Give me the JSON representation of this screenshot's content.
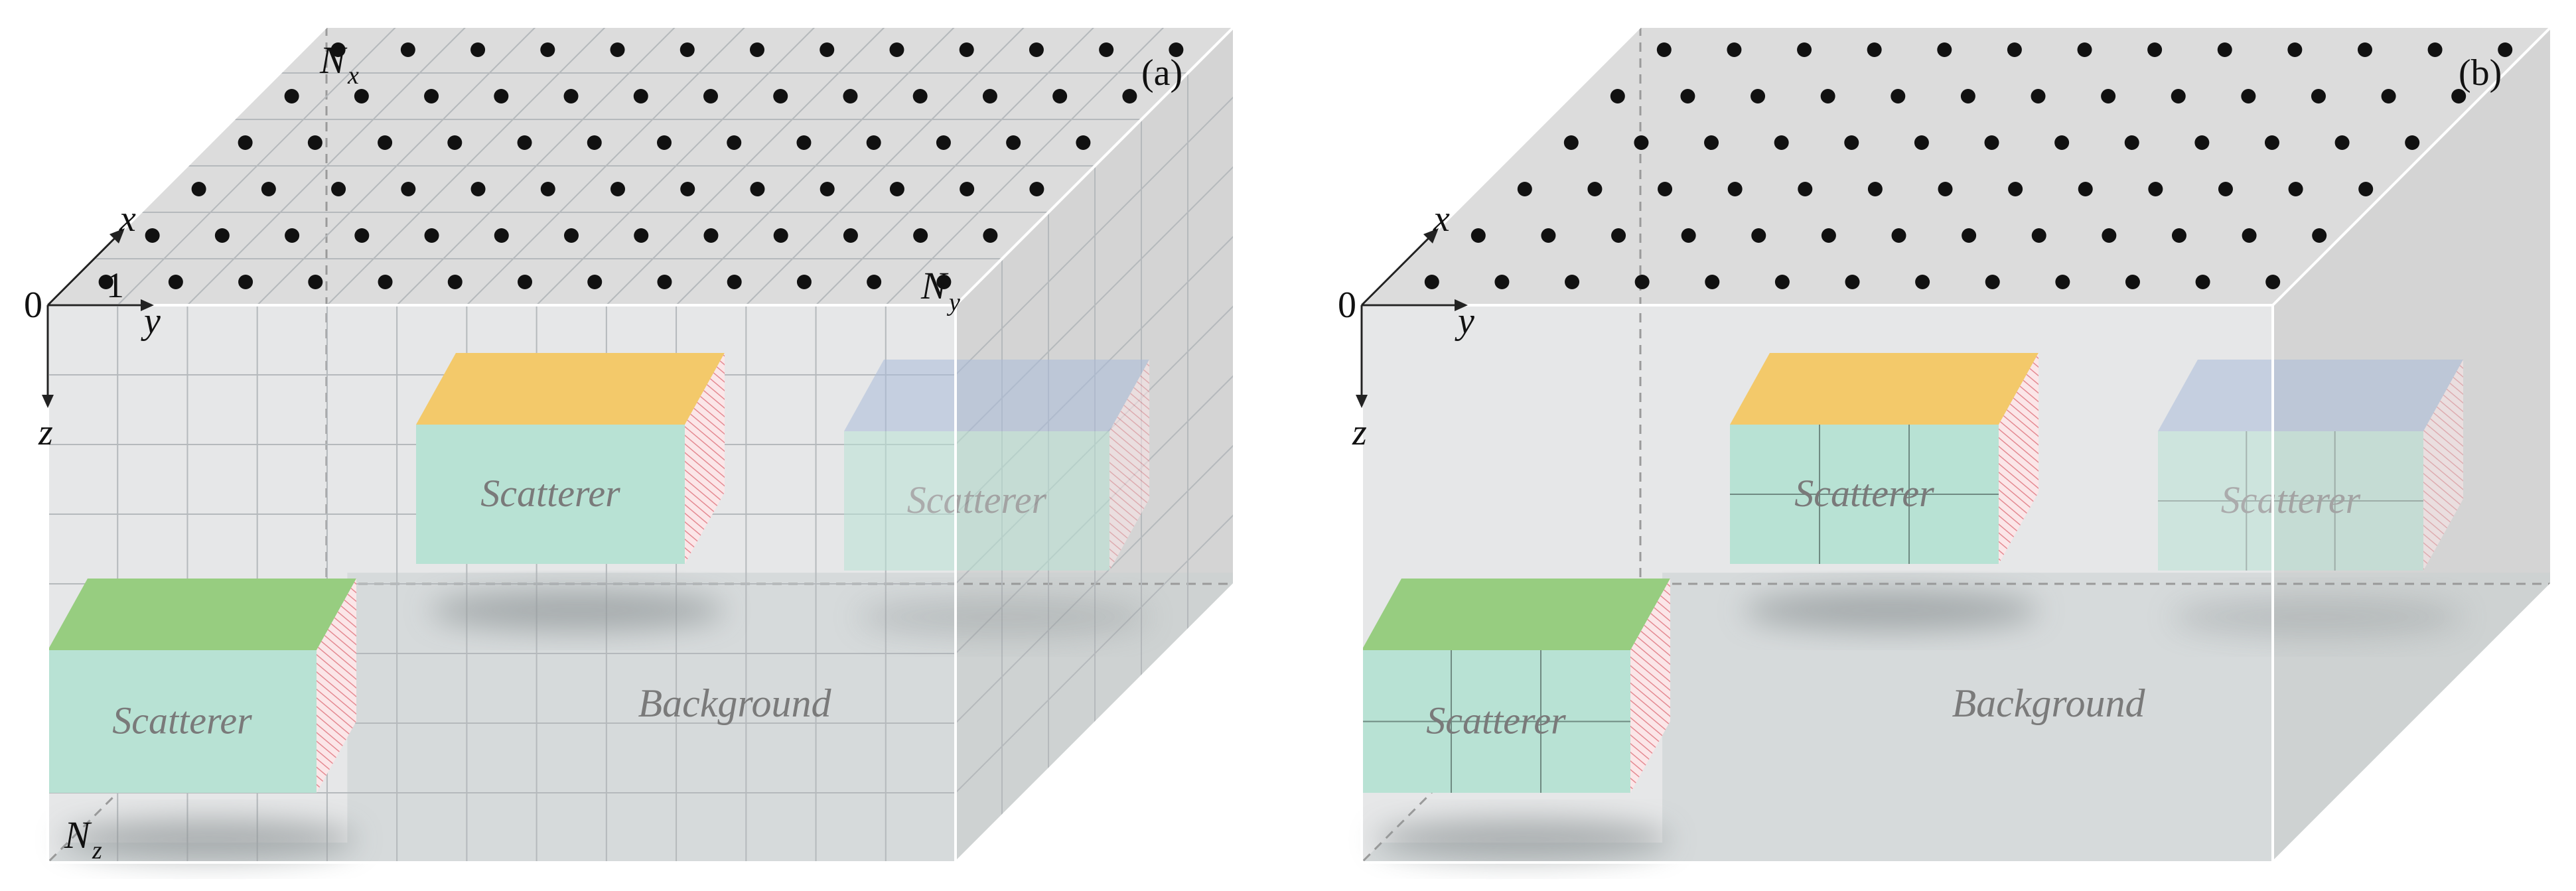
{
  "panels": [
    {
      "id": "a",
      "label": "(a)",
      "top_grid": "regular",
      "front_grid": true,
      "labels": {
        "nx": "N",
        "nx_sub": "x",
        "ny": "N",
        "ny_sub": "y",
        "nz": "N",
        "nz_sub": "z",
        "one": "1"
      }
    },
    {
      "id": "b",
      "label": "(b)",
      "top_grid": "none",
      "front_grid": false,
      "labels": {}
    }
  ],
  "axes": {
    "origin": "0",
    "x": "x",
    "y": "y",
    "z": "z"
  },
  "texts": {
    "scatterer": "Scatterer",
    "background": "Background"
  },
  "colors": {
    "box_face": "#e6e7e8",
    "box_top": "#dcdcdc",
    "box_side": "#d4d4d4",
    "background_region": "#c9cfd0",
    "scatterer_front": "#b8e2d4",
    "top_yellow": "#f3c96a",
    "top_blue": "#a9bcd9",
    "top_green": "#97cd80",
    "side_hatch": "#e48a92",
    "dot": "#111111",
    "grid": "#b5b9bc",
    "text_gray": "#7a7a7a"
  }
}
